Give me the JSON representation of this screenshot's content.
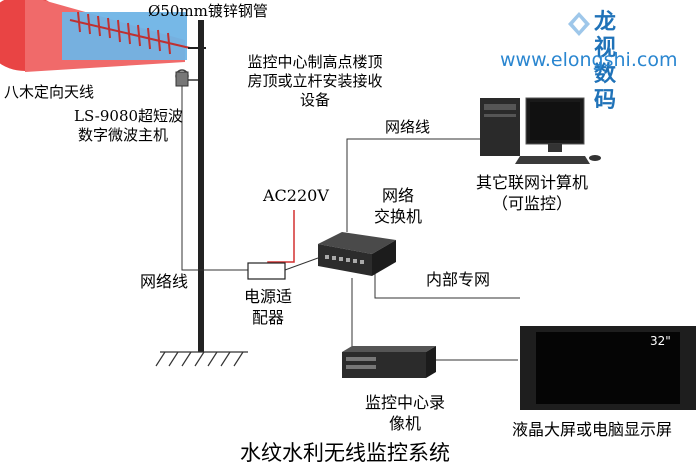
{
  "labels": {
    "pipe": "Ø50mm镀锌钢管",
    "antenna": "八木定向天线",
    "host_line1": "LS-9080超短波",
    "host_line2": "数字微波主机",
    "install_line1": "监控中心制高点楼顶",
    "install_line2": "房顶或立杆安装接收",
    "install_line3": "设备",
    "net_cable_top": "网络线",
    "computer_line1": "其它联网计算机",
    "computer_line2": "（可监控）",
    "ac": "AC220V",
    "switch_line1": "网络",
    "switch_line2": "交换机",
    "net_cable_left": "网络线",
    "intranet": "内部专网",
    "adapter_line1": "电源适",
    "adapter_line2": "配器",
    "nvr_line1": "监控中心录",
    "nvr_line2": "像机",
    "screen_size": "32\"",
    "screen_label": "液晶大屏或电脑显示屏",
    "title": "水纹水利无线监控系统"
  },
  "logo": {
    "text": "龙视数码",
    "url": "www.elongshi.com"
  },
  "colors": {
    "accent": "#1f72b8",
    "antenna_beam": "#e83a3a",
    "ac_wire": "#d43030",
    "sky": "#6fb4e6"
  }
}
